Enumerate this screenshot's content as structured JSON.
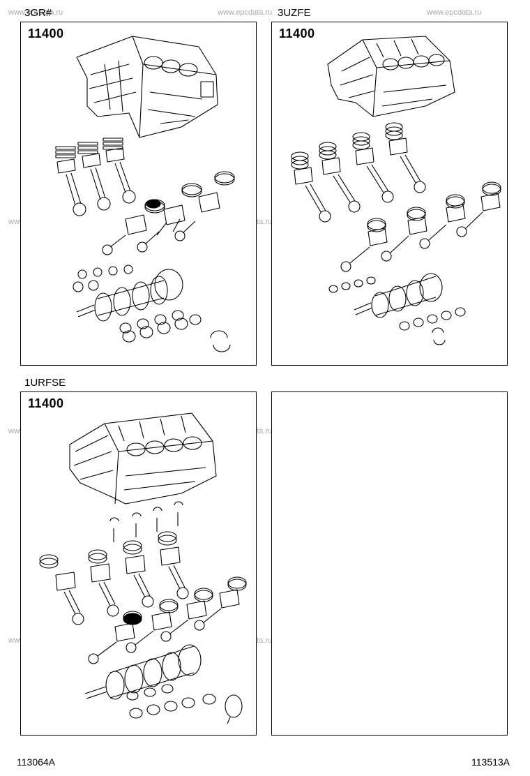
{
  "panels": [
    {
      "engine": "3GR#",
      "part_code": "11400"
    },
    {
      "engine": "3UZFE",
      "part_code": "11400"
    },
    {
      "engine": "1URFSE",
      "part_code": "11400"
    },
    {
      "engine": "",
      "part_code": ""
    }
  ],
  "watermark": "www.epcdata.ru",
  "footer": {
    "left_id": "113064A",
    "right_id": "113513A"
  }
}
